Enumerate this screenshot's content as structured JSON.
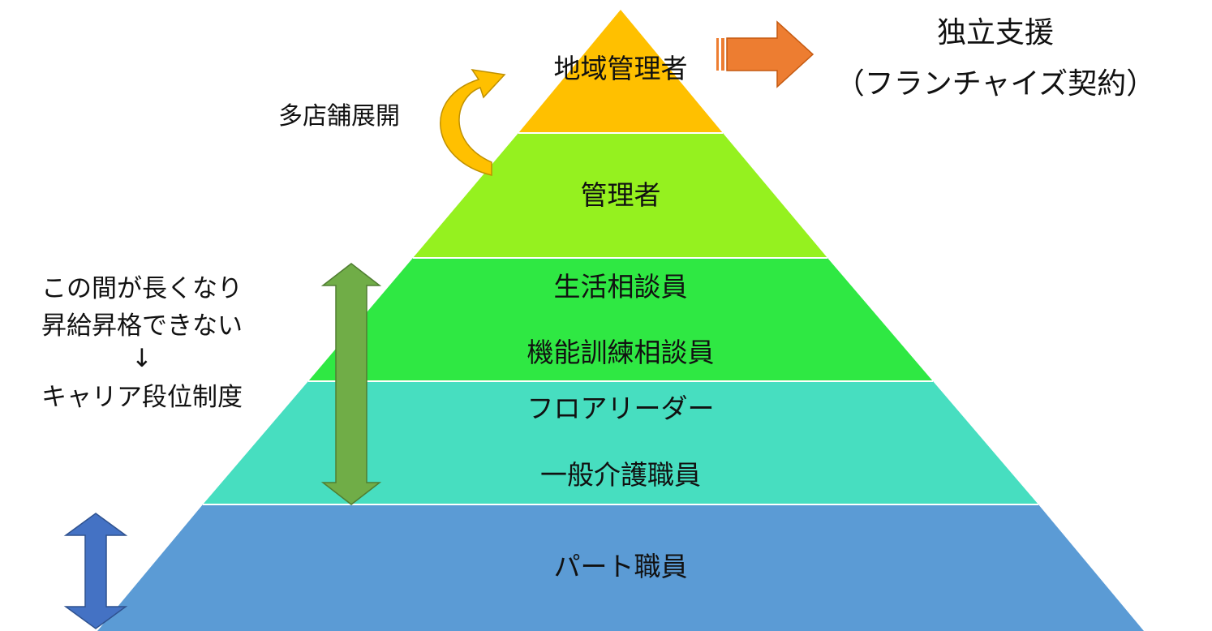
{
  "pyramid": {
    "tiers": [
      {
        "lines": [
          "地域管理者"
        ],
        "color": "#FFC000"
      },
      {
        "lines": [
          "管理者"
        ],
        "color": "#95F11F"
      },
      {
        "lines": [
          "生活相談員",
          "機能訓練相談員"
        ],
        "color": "#2FE843"
      },
      {
        "lines": [
          "フロアリーダー",
          "一般介護職員"
        ],
        "color": "#47DEC0"
      },
      {
        "lines": [
          "パート職員"
        ],
        "color": "#5B9BD5"
      }
    ]
  },
  "annotations": {
    "expansion": "多店舗展開",
    "independence_line1": "独立支援",
    "independence_line2": "（フランチャイズ契約）",
    "career_line1": "この間が長くなり",
    "career_line2": "昇給昇格できない",
    "career_line3": "↓",
    "career_line4": "キャリア段位制度"
  },
  "colors": {
    "orange_arrow": "#ED7D31",
    "curved_arrow": "#FFC000",
    "green_arrow": "#70AD47",
    "blue_arrow": "#4472C4"
  }
}
